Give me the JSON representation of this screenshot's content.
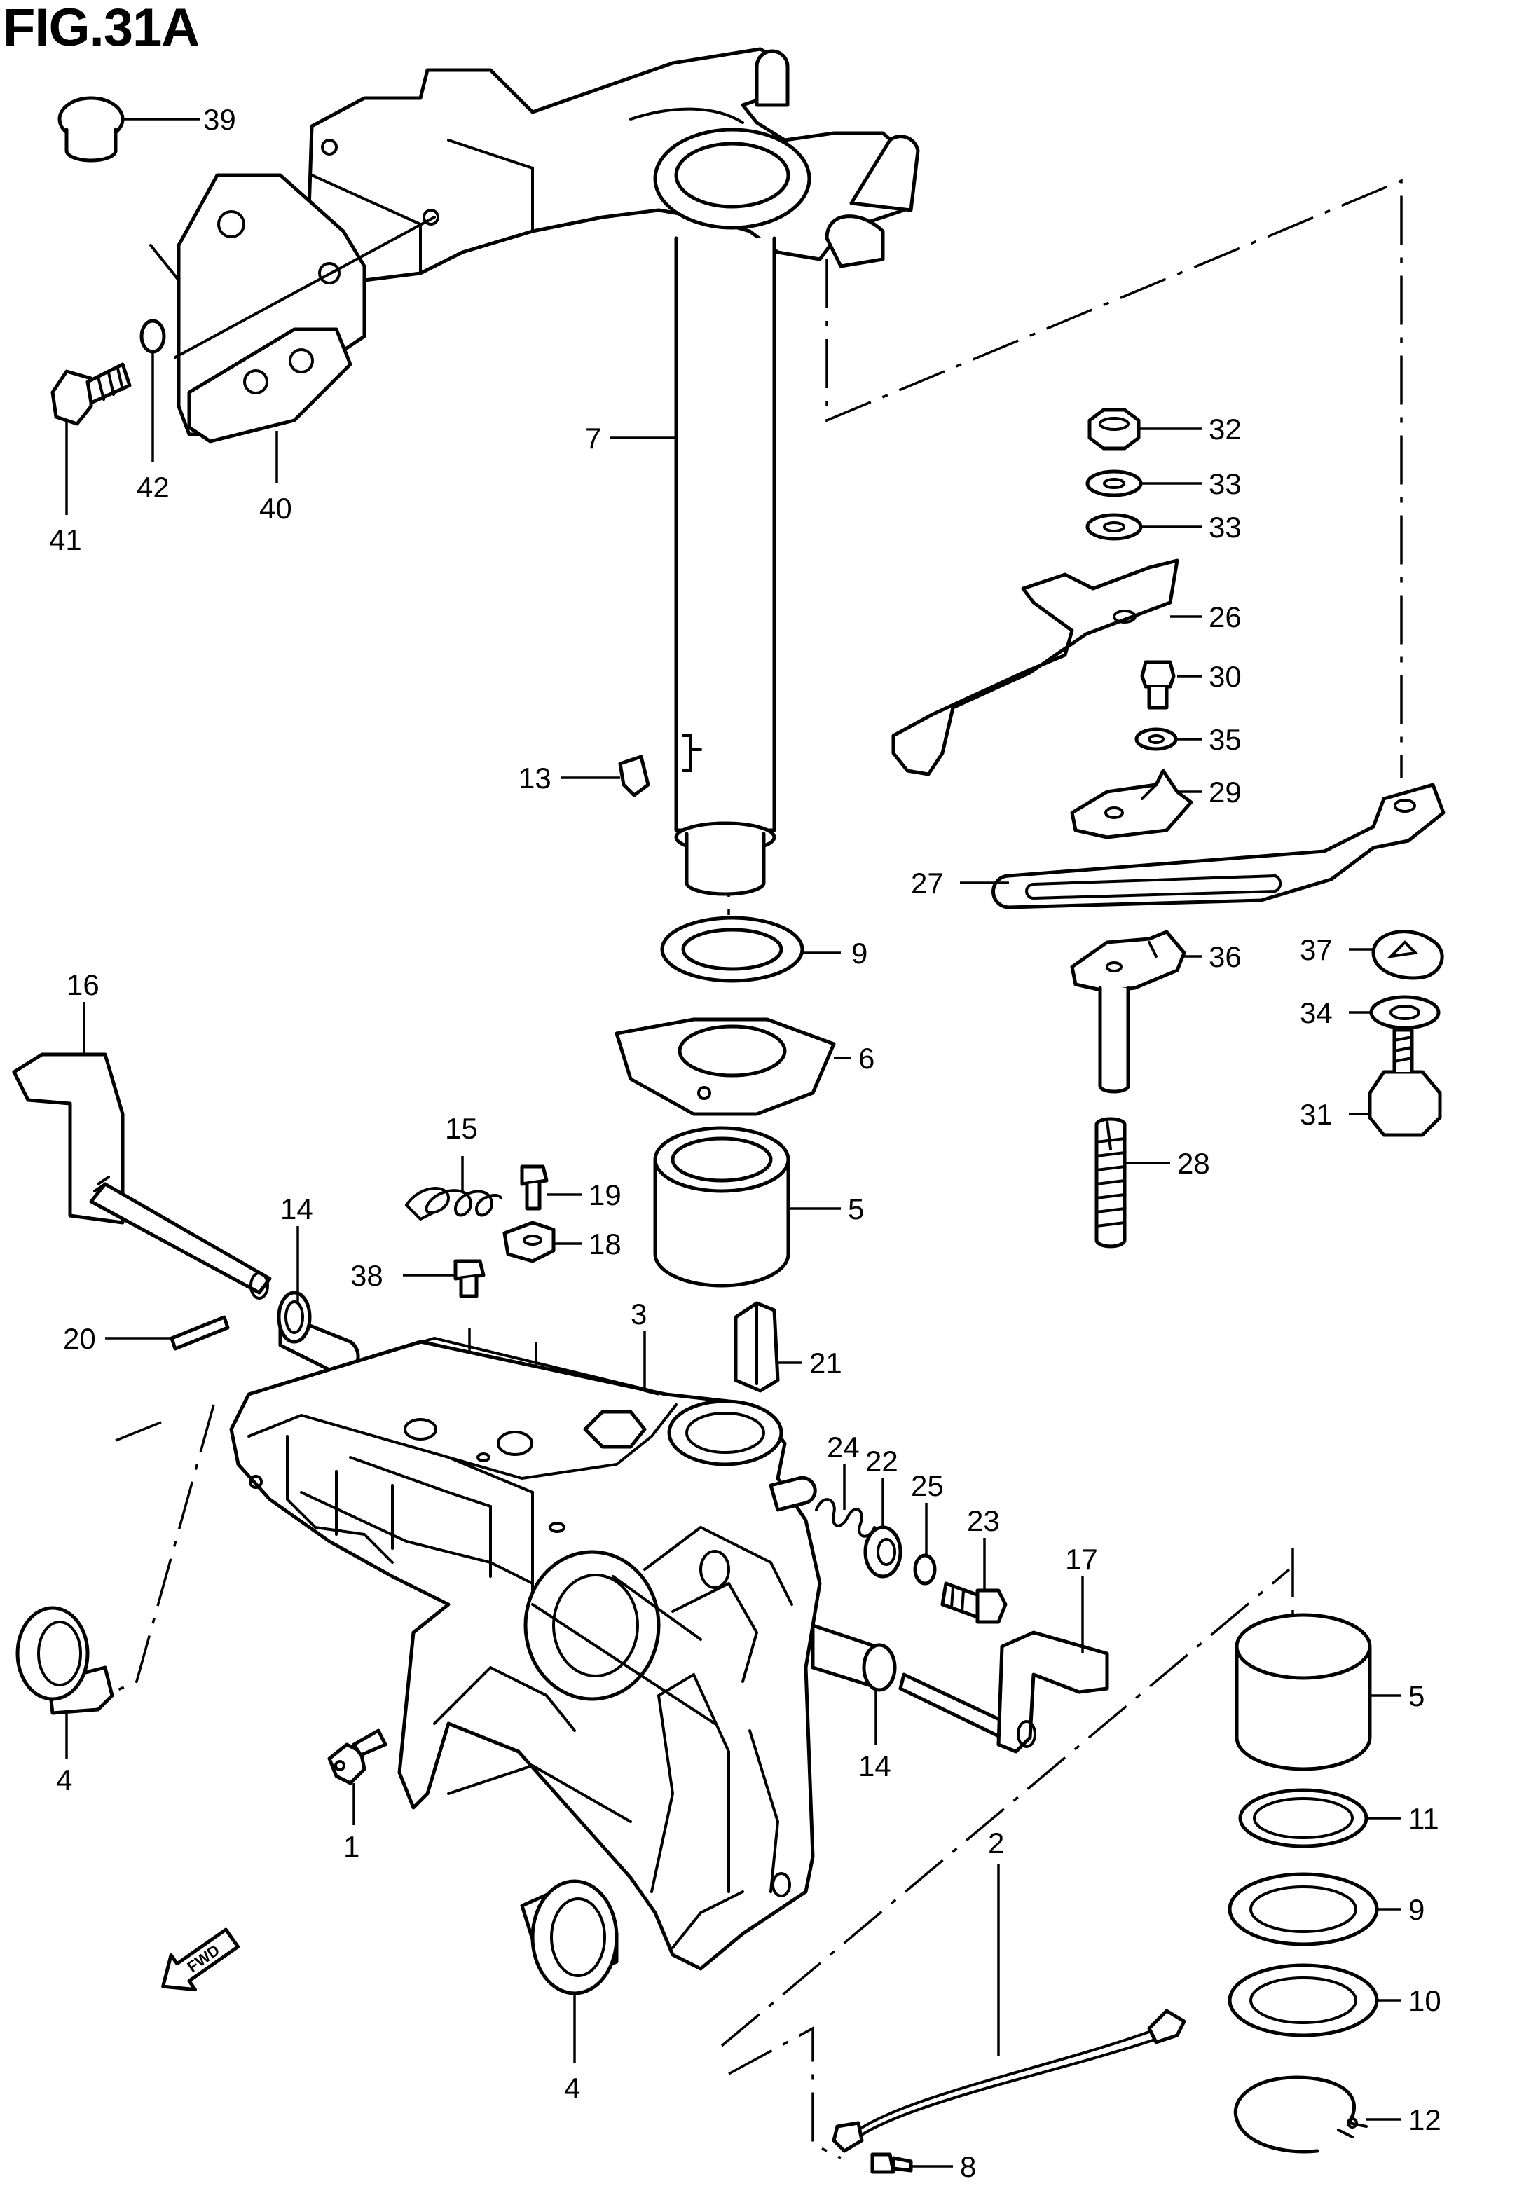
{
  "figure": {
    "title": "FIG.31A"
  },
  "fwd_badge": {
    "label": "FWD"
  },
  "callouts": [
    {
      "id": "c39",
      "label": "39"
    },
    {
      "id": "c42",
      "label": "42"
    },
    {
      "id": "c41",
      "label": "41"
    },
    {
      "id": "c40",
      "label": "40"
    },
    {
      "id": "c7",
      "label": "7"
    },
    {
      "id": "c32",
      "label": "32"
    },
    {
      "id": "c33a",
      "label": "33"
    },
    {
      "id": "c33b",
      "label": "33"
    },
    {
      "id": "c26",
      "label": "26"
    },
    {
      "id": "c30",
      "label": "30"
    },
    {
      "id": "c35",
      "label": "35"
    },
    {
      "id": "c29",
      "label": "29"
    },
    {
      "id": "c13",
      "label": "13"
    },
    {
      "id": "c27",
      "label": "27"
    },
    {
      "id": "c37",
      "label": "37"
    },
    {
      "id": "c36",
      "label": "36"
    },
    {
      "id": "c34",
      "label": "34"
    },
    {
      "id": "c9a",
      "label": "9"
    },
    {
      "id": "c6",
      "label": "6"
    },
    {
      "id": "c16",
      "label": "16"
    },
    {
      "id": "c31",
      "label": "31"
    },
    {
      "id": "c28",
      "label": "28"
    },
    {
      "id": "c15",
      "label": "15"
    },
    {
      "id": "c19",
      "label": "19"
    },
    {
      "id": "c5a",
      "label": "5"
    },
    {
      "id": "c14a",
      "label": "14"
    },
    {
      "id": "c18",
      "label": "18"
    },
    {
      "id": "c38",
      "label": "38"
    },
    {
      "id": "c3",
      "label": "3"
    },
    {
      "id": "c20",
      "label": "20"
    },
    {
      "id": "c21",
      "label": "21"
    },
    {
      "id": "c24",
      "label": "24"
    },
    {
      "id": "c22",
      "label": "22"
    },
    {
      "id": "c25",
      "label": "25"
    },
    {
      "id": "c23",
      "label": "23"
    },
    {
      "id": "c17",
      "label": "17"
    },
    {
      "id": "c4a",
      "label": "4"
    },
    {
      "id": "c14b",
      "label": "14"
    },
    {
      "id": "c5b",
      "label": "5"
    },
    {
      "id": "c1",
      "label": "1"
    },
    {
      "id": "c11",
      "label": "11"
    },
    {
      "id": "c9b",
      "label": "9"
    },
    {
      "id": "c2",
      "label": "2"
    },
    {
      "id": "c10",
      "label": "10"
    },
    {
      "id": "c4b",
      "label": "4"
    },
    {
      "id": "c8",
      "label": "8"
    },
    {
      "id": "c12",
      "label": "12"
    }
  ]
}
